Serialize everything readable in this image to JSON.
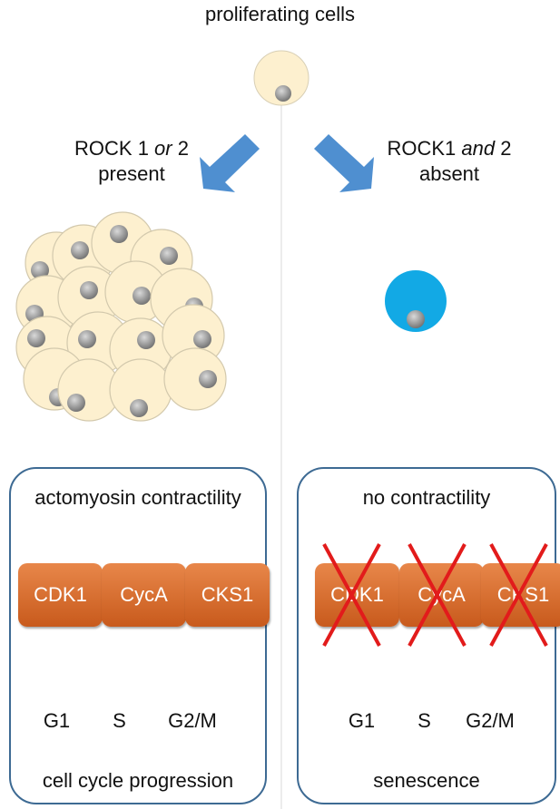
{
  "title": "proliferating cells",
  "left_branch": {
    "label_line1": "ROCK 1 ",
    "label_conj": "or",
    "label_line1_end": " 2",
    "label_line2": "present",
    "panel": {
      "heading": "actomyosin contractility",
      "genes": [
        "CDK1",
        "CycA",
        "CKS1"
      ],
      "phases": [
        "G1",
        "S",
        "G2/M"
      ],
      "footer": "cell cycle progression"
    }
  },
  "right_branch": {
    "label_line1": "ROCK1 ",
    "label_conj": "and",
    "label_line1_end": " 2",
    "label_line2": "absent",
    "panel": {
      "heading": "no contractility",
      "genes": [
        "CDK1",
        "CycA",
        "CKS1"
      ],
      "phases": [
        "G1",
        "S",
        "G2/M"
      ],
      "footer": "senescence"
    }
  },
  "colors": {
    "cell_fill": "#fdf0cf",
    "nucleus": "#8f8f8f",
    "senescent_cell": "#12a9e5",
    "arrow": "#4f8fd0",
    "panel_border": "#3d6a93",
    "gene_box": "#d96a28",
    "cross": "#e21b1b",
    "block_line": "#e21b1b"
  }
}
